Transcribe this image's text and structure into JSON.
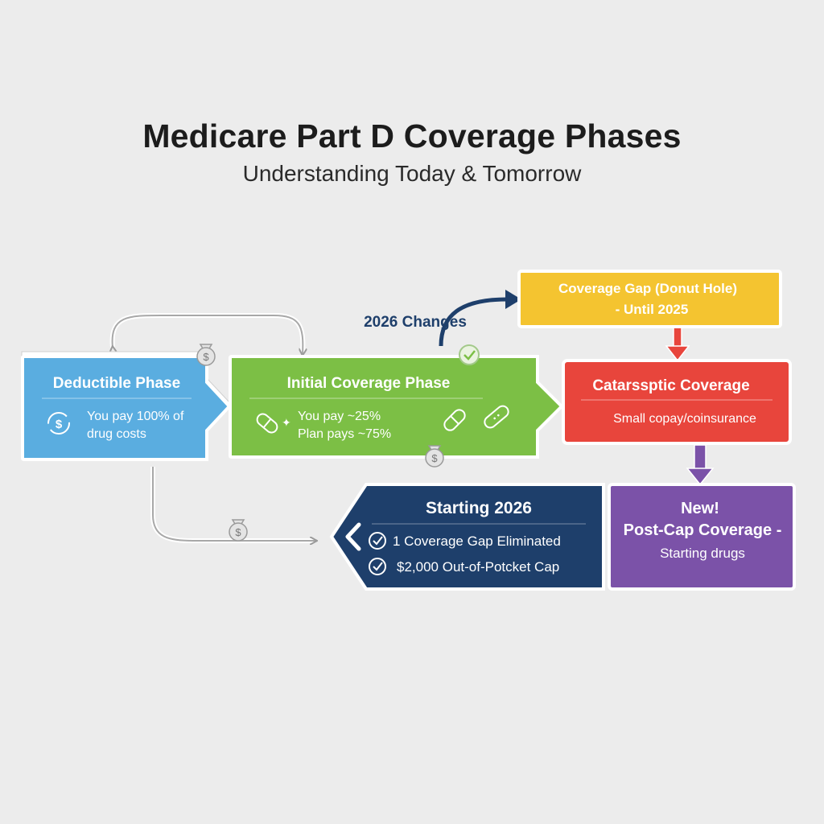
{
  "header": {
    "title": "Medicare Part D Coverage Phases",
    "subtitle": "Understanding Today & Tomorrow"
  },
  "annotation": {
    "changes_label": "2026 Changes"
  },
  "phases": {
    "deductible": {
      "title": "Deductible Phase",
      "line1": "You pay 100% of",
      "line2": "drug costs",
      "color": "#5aade0"
    },
    "initial": {
      "title": "Initial Coverage Phase",
      "line1": "You pay ~25%",
      "line2": "Plan pays ~75%",
      "color": "#7cbf45"
    },
    "gap": {
      "line1": "Coverage Gap (Donut Hole)",
      "line2": "- Until 2025",
      "color": "#f4c430"
    },
    "catastrophic": {
      "title": "Catarssptic Coverage",
      "line1": "Small copay/coinsurance",
      "color": "#e8453c"
    },
    "starting2026": {
      "title": "Starting 2026",
      "item1": "1 Coverage Gap Eliminated",
      "item2": "$2,000 Out-of-Potcket Cap",
      "color": "#1e3f6b"
    },
    "postcap": {
      "line1": "New!",
      "line2": "Post-Cap Coverage -",
      "line3": "Starting drugs",
      "color": "#7b52a8"
    }
  },
  "icons": [
    "money-bag-icon",
    "dollar-cycle-icon",
    "pill-icon",
    "sparkle-icon",
    "bandage-icon",
    "check-circle-icon",
    "chevron-left-icon"
  ]
}
